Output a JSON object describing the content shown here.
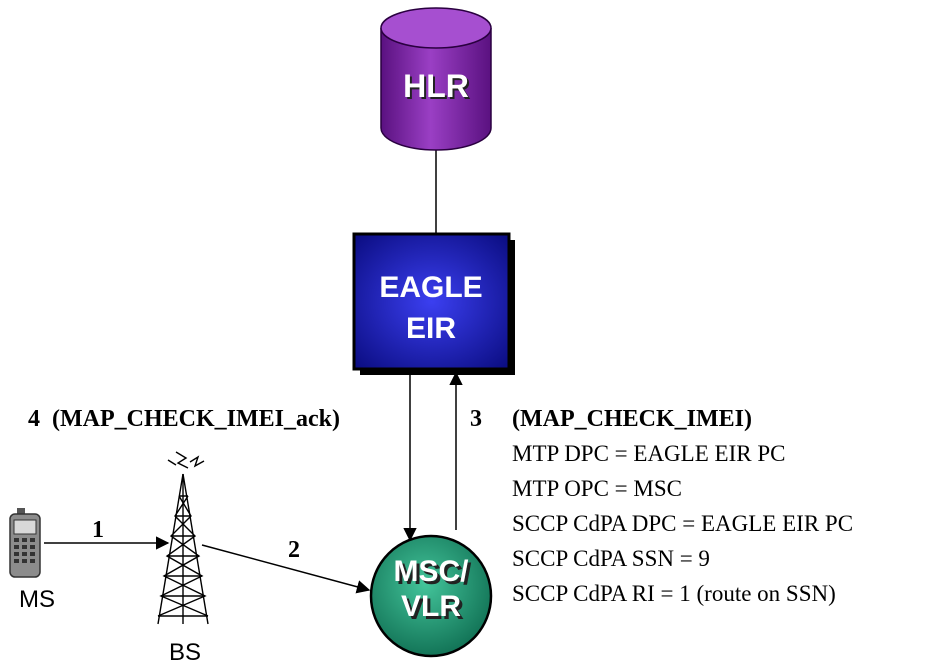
{
  "nodes": {
    "hlr": {
      "label": "HLR"
    },
    "eir": {
      "line1": "EAGLE",
      "line2": "EIR"
    },
    "msc": {
      "line1": "MSC/",
      "line2": "VLR"
    },
    "ms": {
      "label": "MS"
    },
    "bs": {
      "label": "BS"
    }
  },
  "steps": {
    "s1": "1",
    "s2": "2",
    "s3_num": "3",
    "s3_msg": "(MAP_CHECK_IMEI)",
    "s4": "4  (MAP_CHECK_IMEI_ack)"
  },
  "params": [
    "MTP DPC = EAGLE EIR PC",
    "MTP OPC = MSC",
    "SCCP CdPA DPC = EAGLE EIR PC",
    "SCCP CdPA SSN = 9",
    "SCCP CdPA RI = 1 (route on SSN)"
  ],
  "colors": {
    "hlr_fill": "#8a2fb0",
    "eir_fill": "#1a1fb8",
    "msc_fill": "#1f9a78"
  }
}
